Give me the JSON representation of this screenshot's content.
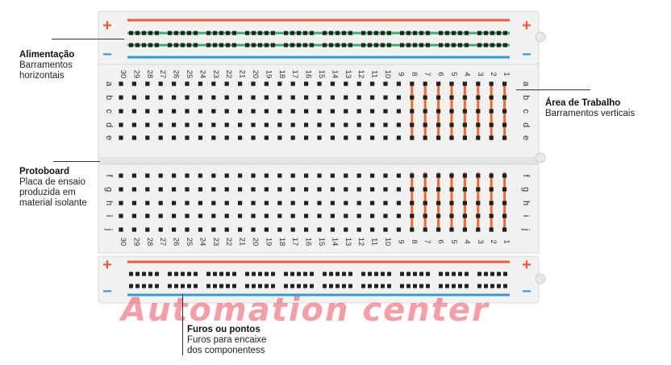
{
  "labels": {
    "alimentacao": {
      "title": "Alimentação",
      "lines": [
        "Barramentos",
        "horizontais"
      ]
    },
    "area": {
      "title": "Área de Trabalho",
      "lines": [
        "Barramentos verticais"
      ]
    },
    "protoboard": {
      "title": "Protoboard",
      "lines": [
        "Placa de ensaio",
        "produzida em",
        "material isolante"
      ]
    },
    "furos": {
      "title": "Furos ou pontos",
      "lines": [
        "Furos para encaixe",
        "dos componentess"
      ]
    }
  },
  "watermark": "Automation center",
  "board": {
    "plus": "+",
    "minus": "−",
    "column_numbers": [
      "30",
      "29",
      "28",
      "27",
      "26",
      "25",
      "24",
      "23",
      "22",
      "21",
      "20",
      "19",
      "18",
      "17",
      "16",
      "15",
      "14",
      "13",
      "12",
      "11",
      "10",
      "9",
      "8",
      "7",
      "6",
      "5",
      "4",
      "3",
      "2",
      "1"
    ],
    "top_row_letters": [
      "a",
      "b",
      "c",
      "d",
      "e"
    ],
    "bottom_row_letters": [
      "f",
      "g",
      "h",
      "i",
      "j"
    ],
    "colors": {
      "positive": "#ee5a3c",
      "negative": "#2e9ad8",
      "ground": "#3cb06a",
      "strip": "#ef6a34",
      "hole": "#1f1f1f",
      "plastic": "#f1f1ef"
    }
  }
}
